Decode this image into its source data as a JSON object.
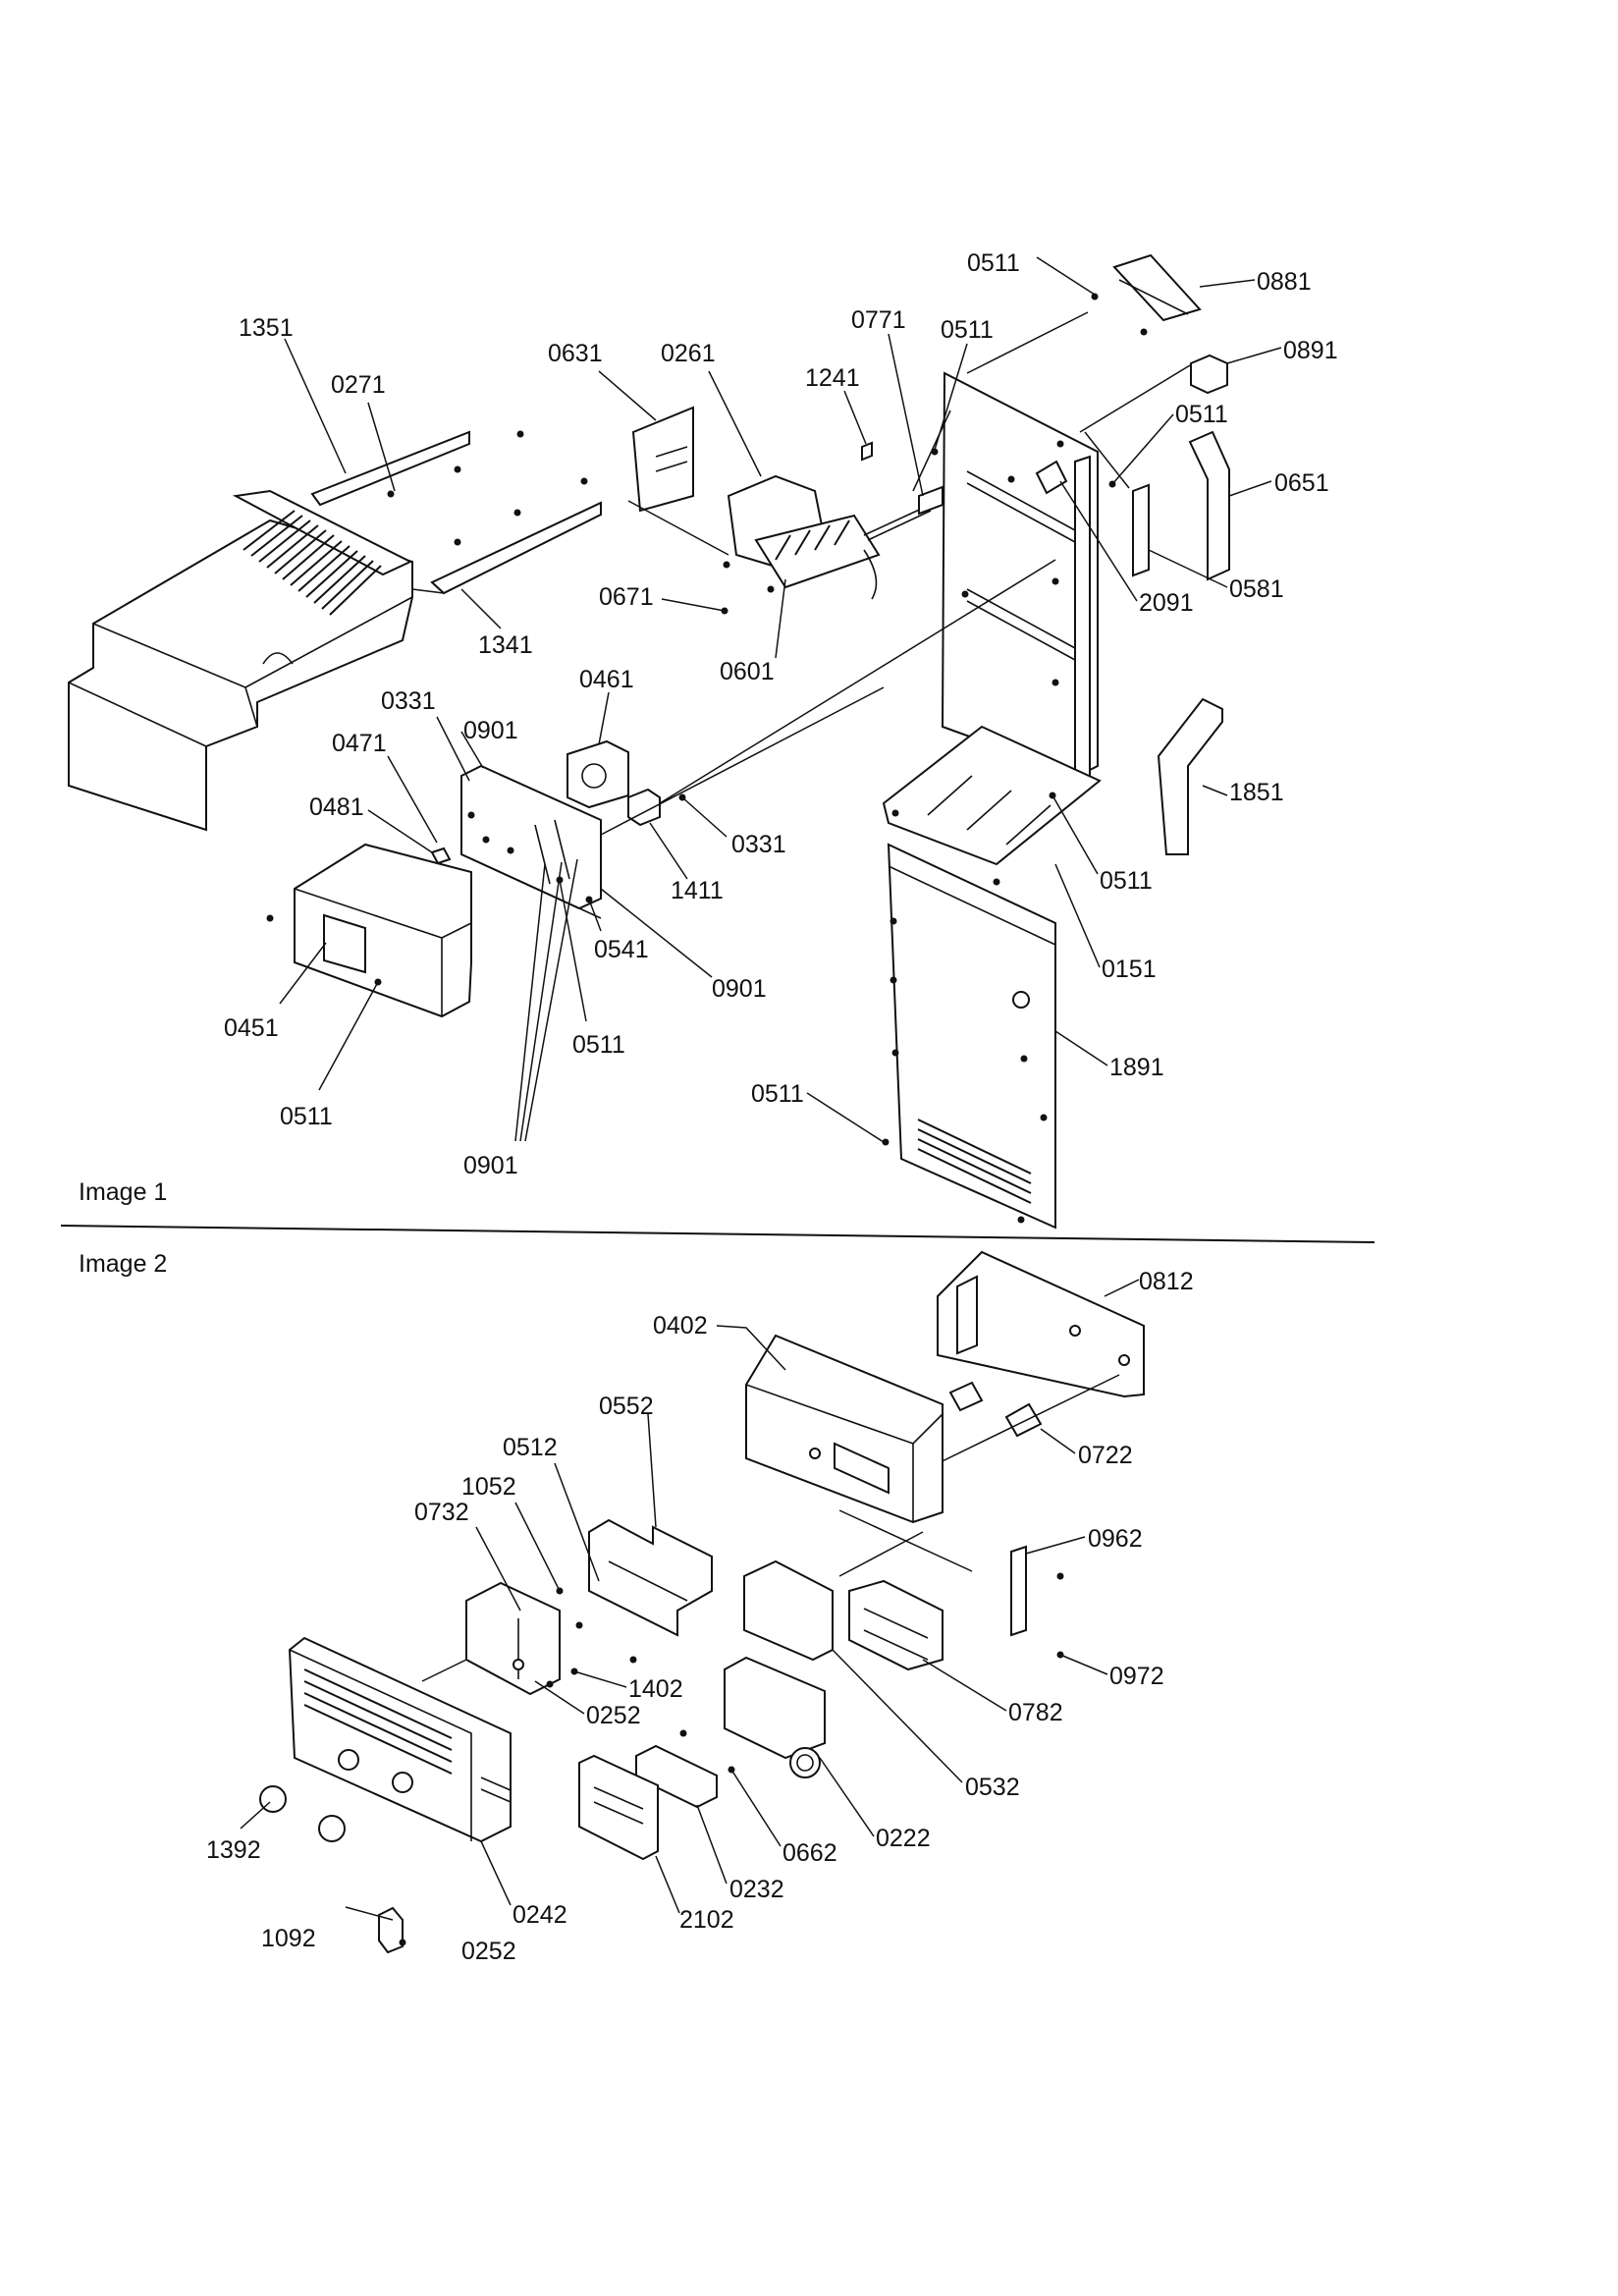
{
  "sections": [
    {
      "id": "image-1",
      "label": "Image 1"
    },
    {
      "id": "image-2",
      "label": "Image 2"
    }
  ],
  "callouts_image1": [
    {
      "text": "1351"
    },
    {
      "text": "0271"
    },
    {
      "text": "0631"
    },
    {
      "text": "0261"
    },
    {
      "text": "1241"
    },
    {
      "text": "0771"
    },
    {
      "text": "0511"
    },
    {
      "text": "0511"
    },
    {
      "text": "0881"
    },
    {
      "text": "0891"
    },
    {
      "text": "0511"
    },
    {
      "text": "0651"
    },
    {
      "text": "0581"
    },
    {
      "text": "2091"
    },
    {
      "text": "0671"
    },
    {
      "text": "0601"
    },
    {
      "text": "1341"
    },
    {
      "text": "0461"
    },
    {
      "text": "0331"
    },
    {
      "text": "0901"
    },
    {
      "text": "0471"
    },
    {
      "text": "0481"
    },
    {
      "text": "0331"
    },
    {
      "text": "1411"
    },
    {
      "text": "0541"
    },
    {
      "text": "0901"
    },
    {
      "text": "0451"
    },
    {
      "text": "0511"
    },
    {
      "text": "0511"
    },
    {
      "text": "0901"
    },
    {
      "text": "1851"
    },
    {
      "text": "0511"
    },
    {
      "text": "0151"
    },
    {
      "text": "1891"
    },
    {
      "text": "0511"
    }
  ],
  "callouts_image2": [
    {
      "text": "0812"
    },
    {
      "text": "0402"
    },
    {
      "text": "0722"
    },
    {
      "text": "0552"
    },
    {
      "text": "0512"
    },
    {
      "text": "1052"
    },
    {
      "text": "0732"
    },
    {
      "text": "0962"
    },
    {
      "text": "0972"
    },
    {
      "text": "1402"
    },
    {
      "text": "0252"
    },
    {
      "text": "0782"
    },
    {
      "text": "0532"
    },
    {
      "text": "0222"
    },
    {
      "text": "0662"
    },
    {
      "text": "0232"
    },
    {
      "text": "1392"
    },
    {
      "text": "0242"
    },
    {
      "text": "2102"
    },
    {
      "text": "1092"
    },
    {
      "text": "0252"
    }
  ]
}
